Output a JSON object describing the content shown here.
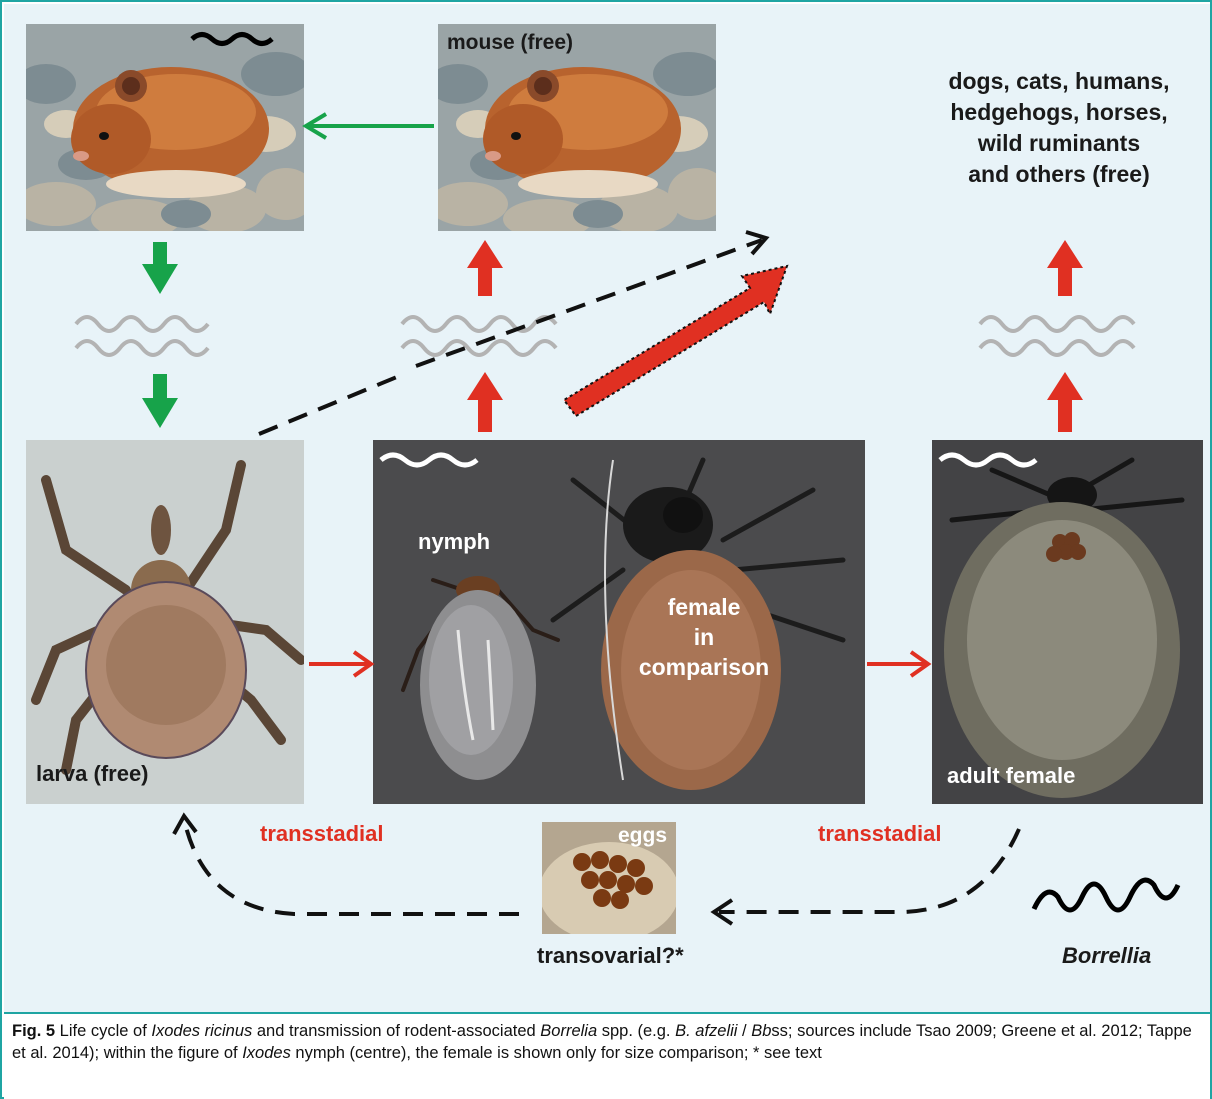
{
  "labels": {
    "mouse_free": "mouse (free)",
    "hosts": [
      "dogs, cats, humans,",
      "hedgehogs, horses,",
      "wild ruminants",
      "and others (free)"
    ],
    "nymph": "nymph",
    "female_comparison": [
      "female",
      "in",
      "comparison"
    ],
    "larva": "larva (free)",
    "adult_female": "adult female",
    "eggs": "eggs",
    "transstadial_left": "transstadial",
    "transstadial_right": "transstadial",
    "transovarial": "transovarial?*",
    "borrellia": "Borrellia"
  },
  "caption": {
    "fig": "Fig. 5",
    "t1": " Life cycle of ",
    "i1": "Ixodes ricinus",
    "t2": " and transmission of rodent-associated ",
    "i2": "Borrelia",
    "t3": " spp. (e.g. ",
    "i3": "B. afzelii",
    "t4": " / ",
    "i4": "Bb",
    "t5": "ss; sources include Tsao 2009; Greene et al. 2012; Tappe et al. 2014); within the figure of ",
    "i5": "Ixodes",
    "t6": " nymph (centre), the female is shown only for size comparison; * see text"
  },
  "colors": {
    "border": "#1fa5a3",
    "panel_background": "#e8f3f8",
    "green_arrow": "#17a34a",
    "red_arrow": "#e03022",
    "dashed_arrow": "#111111",
    "wave_grey": "#b3b3b3"
  },
  "icons": [
    "mouse-photo",
    "larva-photo",
    "nymph-photo",
    "adult-female-photo",
    "eggs-photo",
    "borrelia-wave-icon",
    "double-wave-icon"
  ]
}
